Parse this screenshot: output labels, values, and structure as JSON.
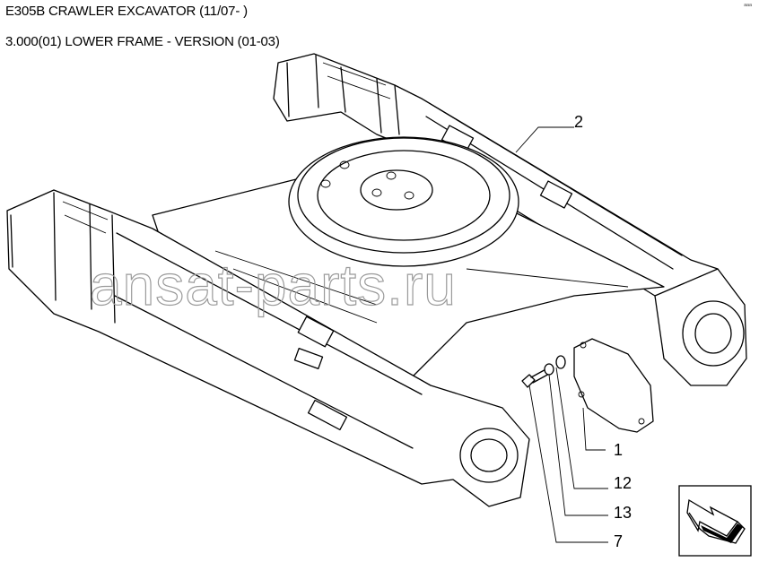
{
  "header": {
    "title": "E305B CRAWLER EXCAVATOR (11/07- )",
    "subtitle": "3.000(01) LOWER FRAME - VERSION (01-03)"
  },
  "watermark": "ansat-parts.ru",
  "corner_mark": "ᵃᵃᵃ",
  "callouts": {
    "c2": "2",
    "c1": "1",
    "c12": "12",
    "c13": "13",
    "c7": "7"
  },
  "nav_icon": "next-page-arrow-icon"
}
